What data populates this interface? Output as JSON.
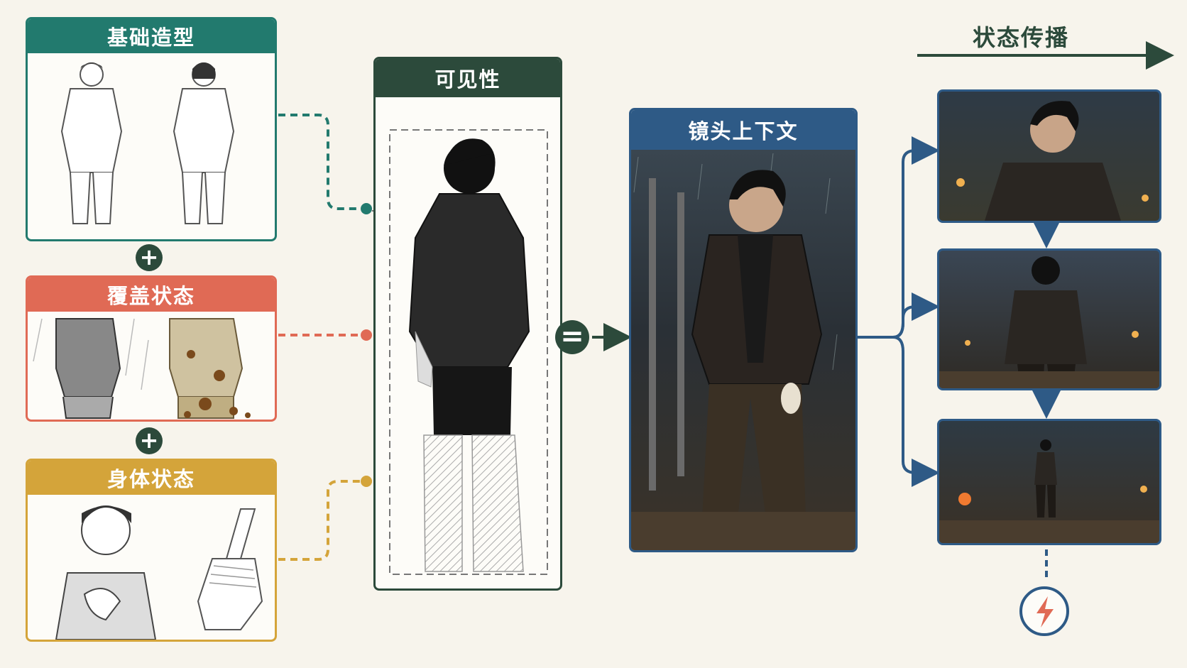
{
  "cards": {
    "base_shape": {
      "label": "基础造型",
      "color": "#227a6e"
    },
    "overlay_state": {
      "label": "覆盖状态",
      "color": "#e06a55"
    },
    "body_state": {
      "label": "身体状态",
      "color": "#d4a43a"
    },
    "visibility": {
      "label": "可见性",
      "color": "#2c4a3b"
    },
    "shot_context": {
      "label": "镜头上下文",
      "color": "#2e5a86"
    }
  },
  "operators": {
    "plus": "+",
    "equals": "="
  },
  "propagation": {
    "label": "状态传播",
    "color": "#2c4a3b",
    "frames": 3
  },
  "icons": [
    "plus-icon",
    "equals-icon",
    "lightning-icon",
    "arrow-right-icon",
    "arrow-down-icon"
  ]
}
